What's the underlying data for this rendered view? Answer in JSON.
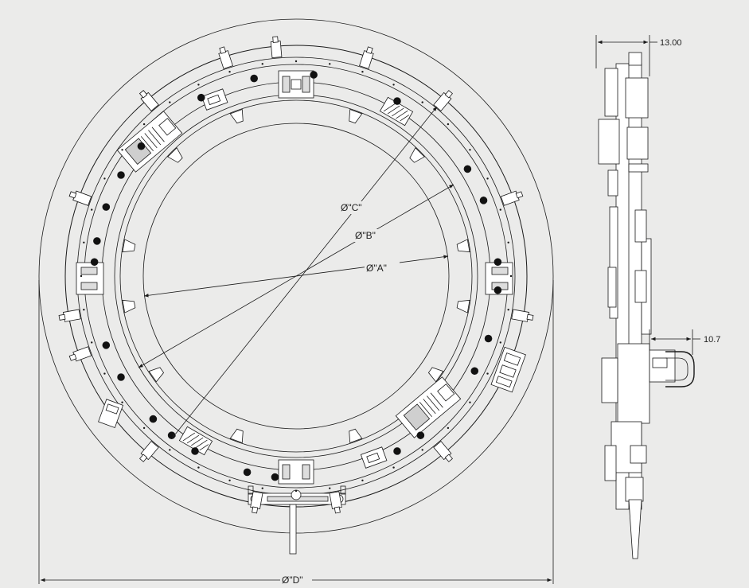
{
  "dimensions": {
    "dia_a": "Ø\"A\"",
    "dia_b": "Ø\"B\"",
    "dia_c": "Ø\"C\"",
    "dia_d": "Ø\"D\"",
    "width_side": "13.00",
    "offset_side": "10.7"
  },
  "colors": {
    "background": "#ebebea",
    "line": "#1a1a1a"
  },
  "views": [
    "front-view",
    "side-view"
  ]
}
